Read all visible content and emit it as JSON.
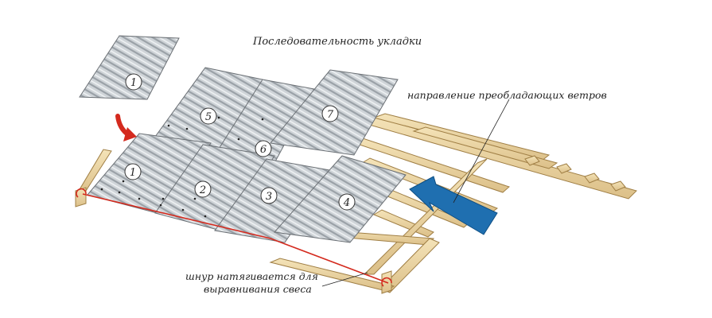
{
  "title": "Последовательность укладки",
  "labels": {
    "wind_direction": "направление преобладающих ветров",
    "cord_line1": "шнур натягивается для",
    "cord_line2": "выравнивания свеса"
  },
  "sheets": [
    {
      "number": "1",
      "role": "loose-sheet"
    },
    {
      "number": "5",
      "role": "upper-row"
    },
    {
      "number": "6",
      "role": "upper-row"
    },
    {
      "number": "7",
      "role": "upper-row"
    },
    {
      "number": "1",
      "role": "lower-row"
    },
    {
      "number": "2",
      "role": "lower-row"
    },
    {
      "number": "3",
      "role": "lower-row"
    },
    {
      "number": "4",
      "role": "lower-row"
    }
  ],
  "colors": {
    "sheet_fill": "#c9ced2",
    "sheet_stroke": "#6b7075",
    "wood": "#efd9a8",
    "wood_stroke": "#a07f45",
    "placement_arrow": "#d42a1e",
    "cord": "#d42a1e",
    "wind_arrow": "#1f6fb0"
  },
  "icons": {
    "placement_arrow": "curved-down-arrow",
    "wind_arrow": "wind-arrow"
  }
}
